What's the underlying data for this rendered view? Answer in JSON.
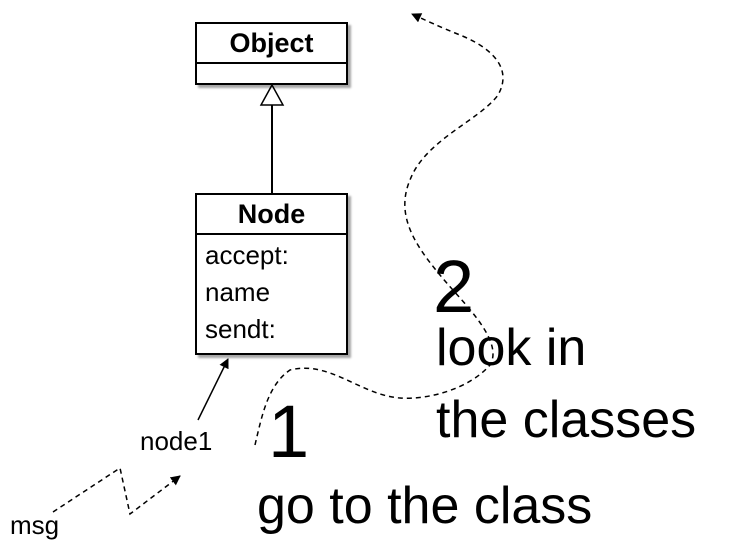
{
  "classes": {
    "object": {
      "name": "Object",
      "methods": []
    },
    "node": {
      "name": "Node",
      "methods": [
        "accept:",
        "name",
        "sendt:"
      ]
    }
  },
  "instance_label": "node1",
  "message_label": "msg",
  "steps": {
    "step1": {
      "number": "1",
      "text_lines": [
        "go to the class"
      ]
    },
    "step2": {
      "number": "2",
      "text_lines": [
        "look in",
        "the classes"
      ]
    }
  }
}
